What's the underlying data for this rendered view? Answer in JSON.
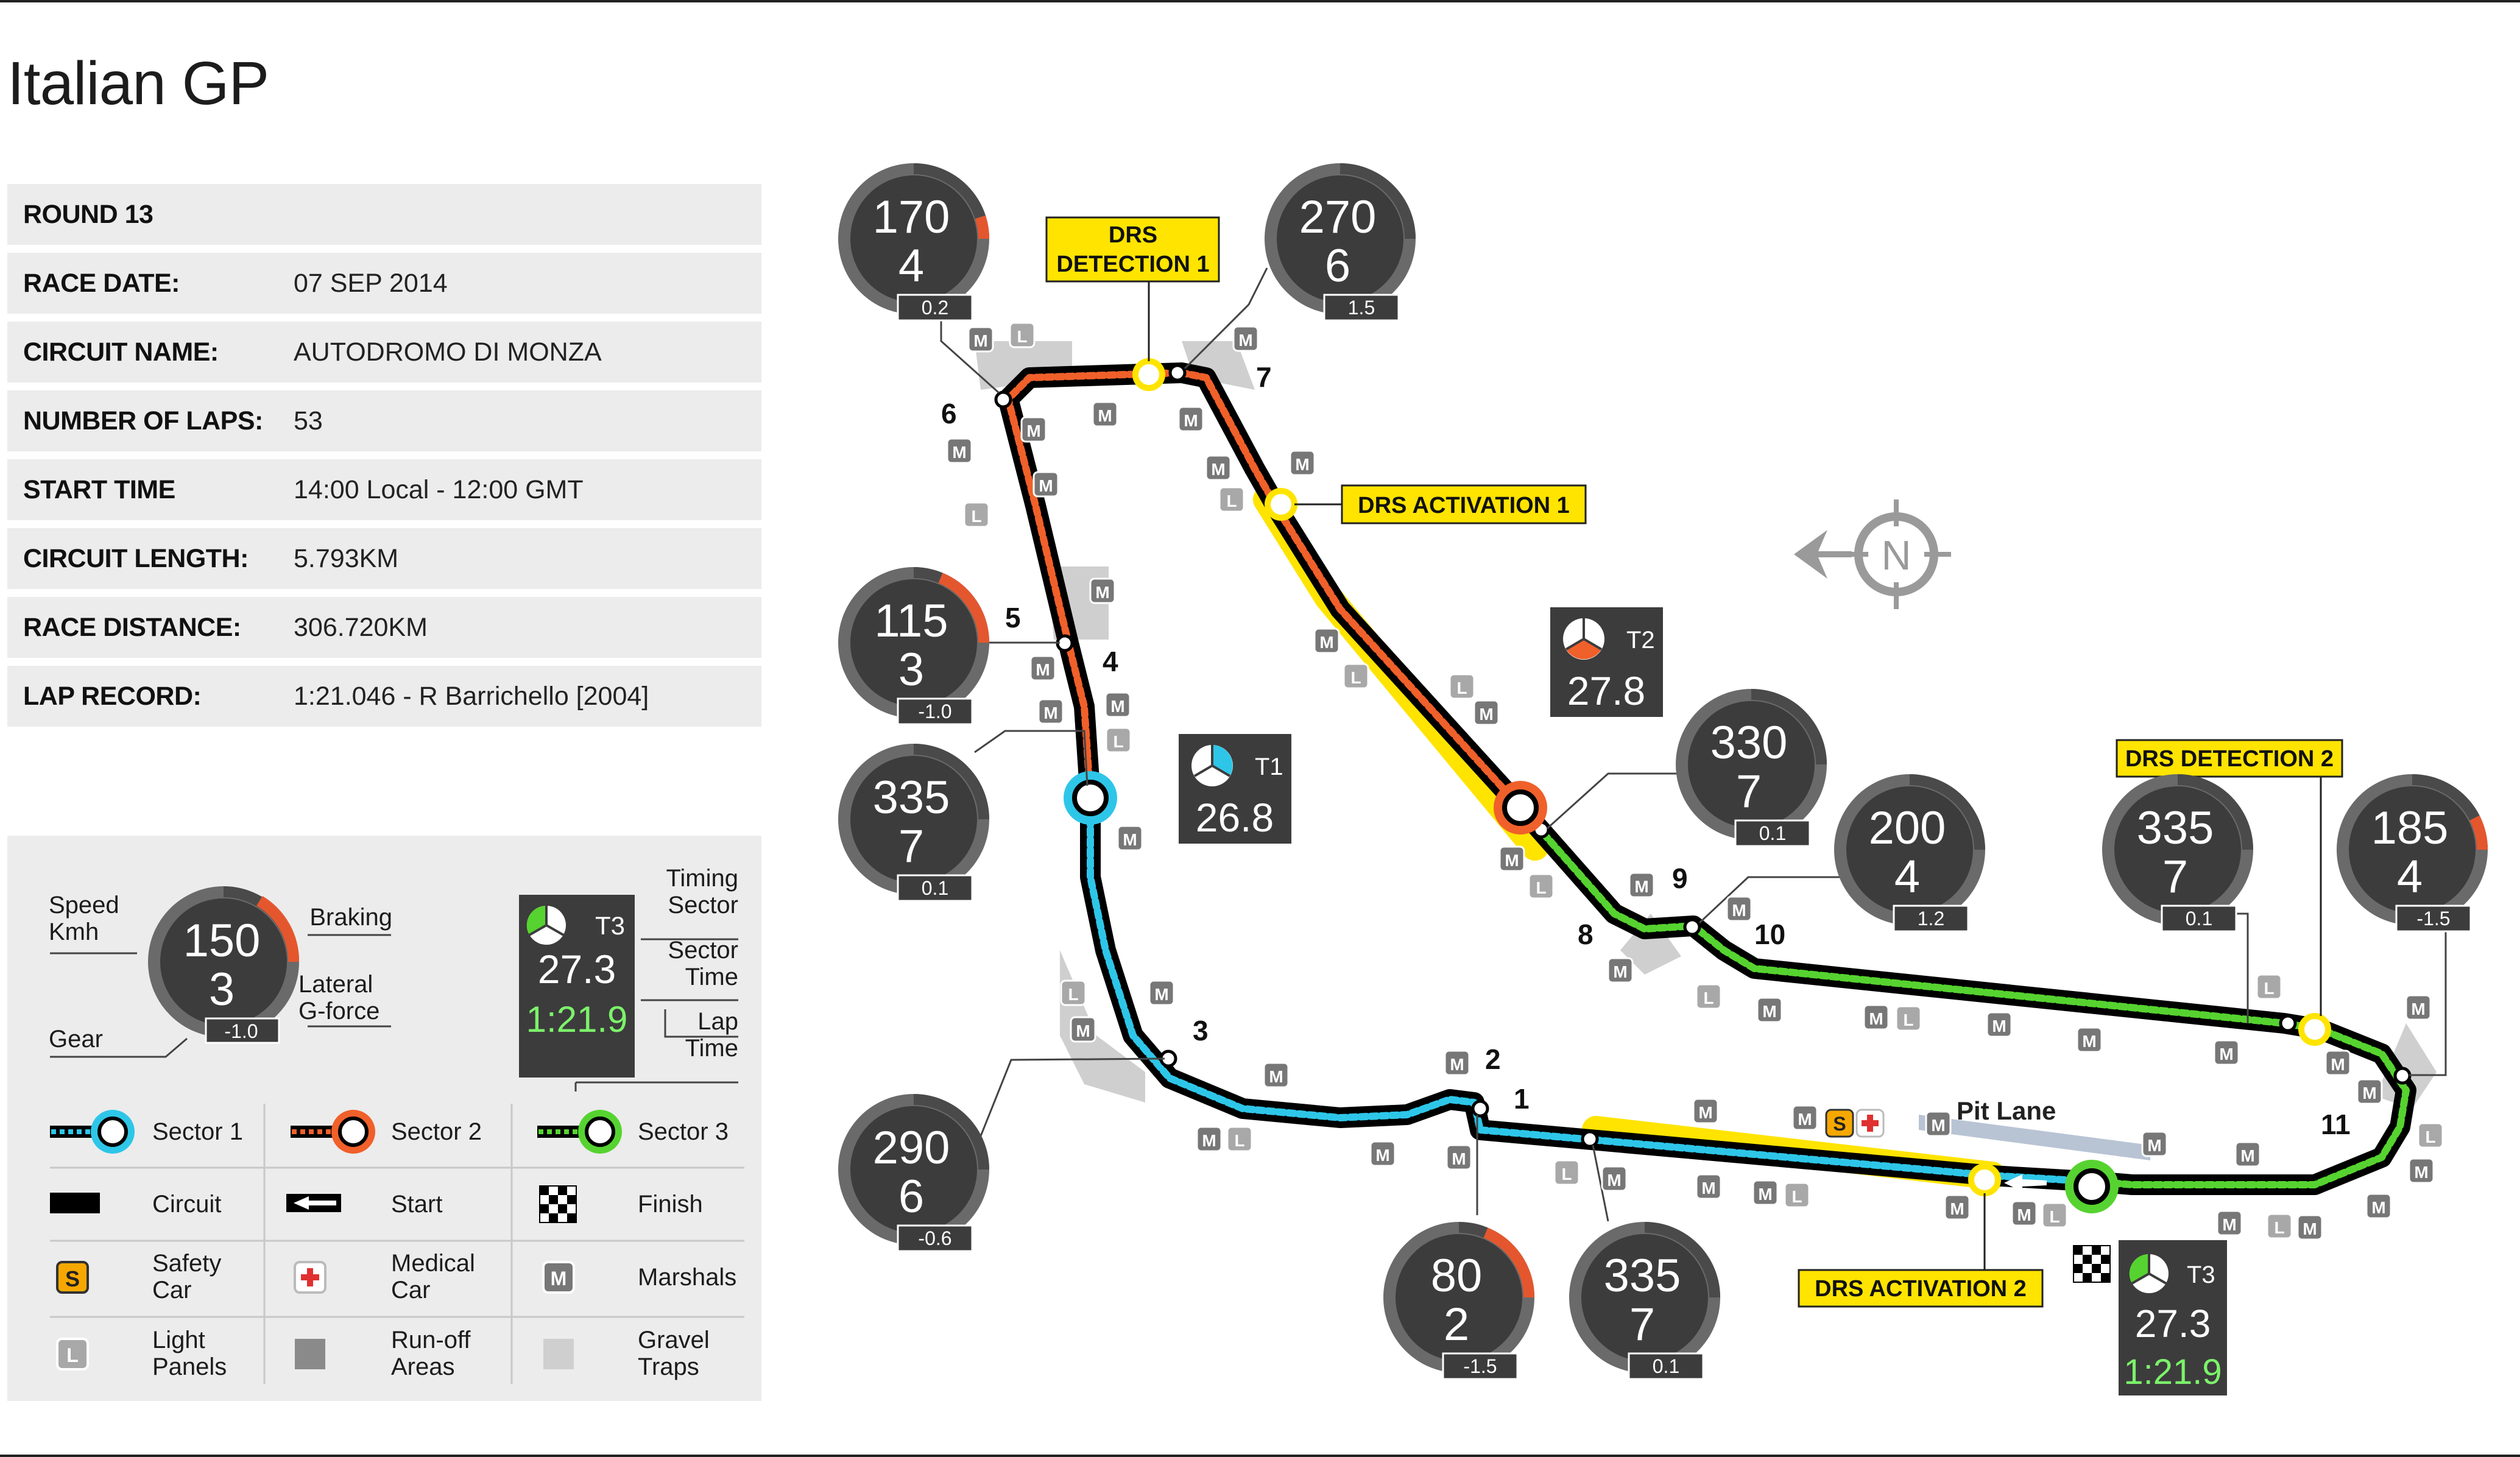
{
  "title": "Italian GP",
  "info": [
    {
      "label": "ROUND 13",
      "value": ""
    },
    {
      "label": "RACE DATE:",
      "value": "07 SEP 2014"
    },
    {
      "label": "CIRCUIT NAME:",
      "value": "AUTODROMO DI MONZA"
    },
    {
      "label": "NUMBER OF LAPS:",
      "value": "53"
    },
    {
      "label": "START TIME",
      "value": "14:00 Local - 12:00 GMT"
    },
    {
      "label": "CIRCUIT LENGTH:",
      "value": "5.793KM"
    },
    {
      "label": "RACE DISTANCE:",
      "value": "306.720KM"
    },
    {
      "label": "LAP RECORD:",
      "value": "1:21.046 - R Barrichello [2004]"
    }
  ],
  "legend": {
    "speed": "Speed",
    "kmh": "Kmh",
    "braking": "Braking",
    "lateral": "Lateral",
    "gforce": "G-force",
    "gear": "Gear",
    "example_speed": "150",
    "example_gear": "3",
    "example_g": "-1.0",
    "timing": "Timing",
    "sector_w": "Sector",
    "sector_w2": "Sector",
    "time_w": "Time",
    "lap": "Lap",
    "time_w2": "Time",
    "example_sector_label": "T3",
    "example_sector_time": "27.3",
    "example_lap_time": "1:21.9",
    "sector1": "Sector 1",
    "sector2": "Sector 2",
    "sector3": "Sector 3",
    "circuit": "Circuit",
    "start": "Start",
    "finish": "Finish",
    "safety1": "Safety",
    "safety2": "Car",
    "medical1": "Medical",
    "medical2": "Car",
    "marshals": "Marshals",
    "light1": "Light",
    "light2": "Panels",
    "runoff1": "Run-off",
    "runoff2": "Areas",
    "gravel1": "Gravel",
    "gravel2": "Traps",
    "safety_letter": "S",
    "marshal_letter": "M",
    "light_letter": "L"
  },
  "colors": {
    "sector1": "#2ec6e8",
    "sector2": "#f0602a",
    "sector3": "#56d330",
    "drs": "#ffe400",
    "gauge_dark": "#3c3c3c",
    "braking": "#e4572e",
    "lap_time": "#7cf26a"
  },
  "map": {
    "drs_detection_1": [
      "DRS",
      "DETECTION 1"
    ],
    "drs_activation_1": "DRS ACTIVATION 1",
    "drs_detection_2": "DRS DETECTION 2",
    "drs_activation_2": "DRS ACTIVATION 2",
    "pit_lane": "Pit Lane",
    "compass": "N",
    "turns": [
      "1",
      "2",
      "3",
      "4",
      "5",
      "6",
      "7",
      "8",
      "9",
      "10",
      "11"
    ],
    "timing_points": [
      {
        "label": "T1",
        "time": "26.8"
      },
      {
        "label": "T2",
        "time": "27.8"
      },
      {
        "label": "T3",
        "time": "27.3",
        "lap": "1:21.9"
      }
    ],
    "gauges": [
      {
        "speed": "170",
        "gear": "4",
        "g": "0.2",
        "braking": 0.2
      },
      {
        "speed": "270",
        "gear": "6",
        "g": "1.5",
        "braking": 0
      },
      {
        "speed": "115",
        "gear": "3",
        "g": "-1.0",
        "braking": 0.75
      },
      {
        "speed": "335",
        "gear": "7",
        "g": "0.1",
        "braking": 0
      },
      {
        "speed": "330",
        "gear": "7",
        "g": "0.1",
        "braking": 0
      },
      {
        "speed": "200",
        "gear": "4",
        "g": "1.2",
        "braking": 0
      },
      {
        "speed": "335",
        "gear": "7",
        "g": "0.1",
        "braking": 0
      },
      {
        "speed": "185",
        "gear": "4",
        "g": "-1.5",
        "braking": 0.3
      },
      {
        "speed": "290",
        "gear": "6",
        "g": "-0.6",
        "braking": 0
      },
      {
        "speed": "80",
        "gear": "2",
        "g": "-1.5",
        "braking": 0.75
      },
      {
        "speed": "335",
        "gear": "7",
        "g": "0.1",
        "braking": 0
      }
    ]
  }
}
